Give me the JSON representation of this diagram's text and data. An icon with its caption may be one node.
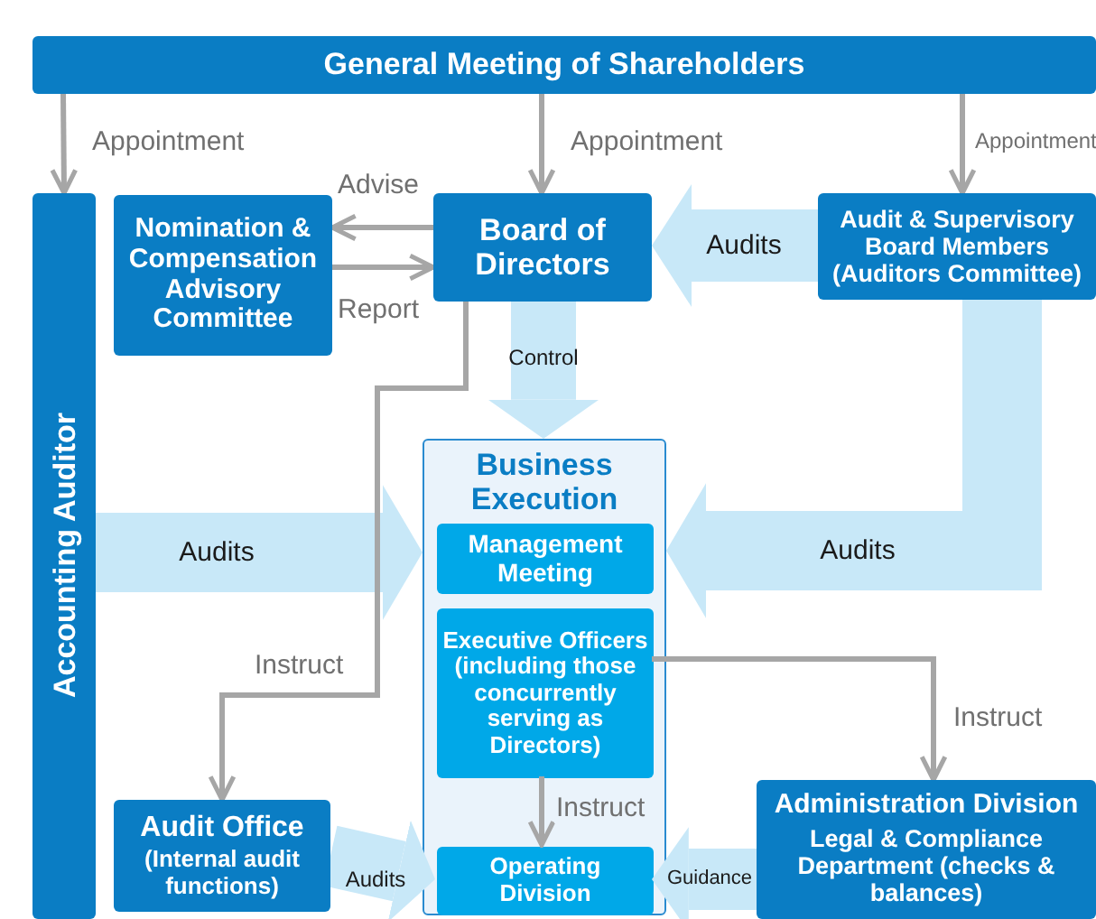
{
  "diagram": {
    "nodes": [
      {
        "text": [
          "General Meeting of Shareholders"
        ]
      },
      {
        "text": [
          "Accounting Auditor"
        ]
      },
      {
        "text": [
          "Nomination & Compensation Advisory Committee"
        ]
      },
      {
        "text": [
          "Board of Directors"
        ]
      },
      {
        "text": [
          "Audit & Supervisory Board Members (Auditors Committee)"
        ]
      },
      {
        "text": [
          "Business Execution"
        ]
      },
      {
        "text": [
          "Management Meeting"
        ],
        "in": 5
      },
      {
        "text": [
          "Executive Officers (including those concurrently serving as Directors)"
        ],
        "in": 5
      },
      {
        "text": [
          "Operating Division"
        ],
        "in": 5
      },
      {
        "text": [
          "Audit Office",
          "(Internal audit functions)"
        ]
      },
      {
        "text": [
          "Administration Division",
          "Legal & Compliance Department (checks & balances)"
        ]
      }
    ],
    "edges": [
      {
        "from": 0,
        "to": 1,
        "arrow": "to",
        "label": "Appointment"
      },
      {
        "from": 0,
        "to": 3,
        "arrow": "to",
        "label": "Appointment"
      },
      {
        "from": 0,
        "to": 4,
        "arrow": "to",
        "label": "Appointment"
      },
      {
        "from": 3,
        "to": 2,
        "arrow": "to",
        "label": "Advise"
      },
      {
        "from": 2,
        "to": 3,
        "arrow": "to",
        "label": "Report"
      },
      {
        "from": 4,
        "to": 3,
        "arrow": "to",
        "label": "Audits",
        "style": "thick",
        "color": "#c8e8f8"
      },
      {
        "from": 3,
        "to": 5,
        "arrow": "to",
        "label": "Control",
        "style": "thick",
        "color": "#c8e8f8"
      },
      {
        "from": 1,
        "to": 5,
        "arrow": "to",
        "label": "Audits",
        "style": "thick",
        "color": "#c8e8f8"
      },
      {
        "from": 4,
        "to": 5,
        "arrow": "to",
        "label": "Audits",
        "style": "thick",
        "color": "#c8e8f8"
      },
      {
        "from": 3,
        "to": 9,
        "arrow": "to",
        "label": "Instruct"
      },
      {
        "from": 7,
        "to": 10,
        "arrow": "to",
        "label": "Instruct"
      },
      {
        "from": 7,
        "to": 8,
        "arrow": "to",
        "label": "Instruct"
      },
      {
        "from": 9,
        "to": 8,
        "arrow": "to",
        "label": "Audits",
        "style": "thick",
        "color": "#c8e8f8"
      },
      {
        "from": 10,
        "to": 8,
        "arrow": "to",
        "label": "Guidance",
        "style": "thick",
        "color": "#c8e8f8"
      }
    ]
  }
}
